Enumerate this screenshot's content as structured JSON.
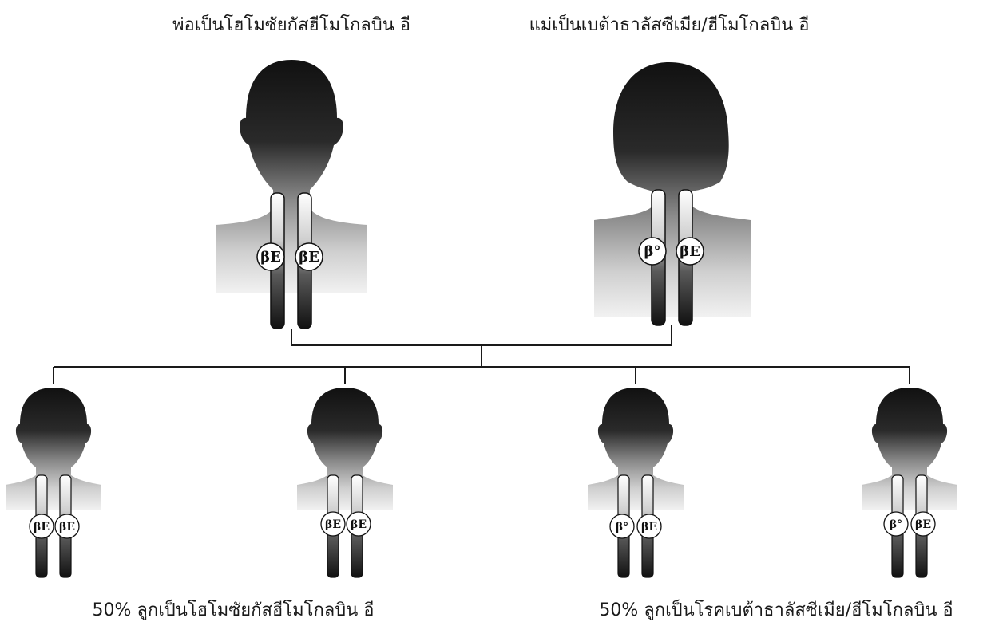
{
  "labels": {
    "father": "พ่อเป็นโฮโมซัยกัสฮีโมโกลบิน อี",
    "mother": "แม่เป็นเบต้าธาลัสซีเมีย/ฮีโมโกลบิน อี",
    "outcome_left": "50% ลูกเป็นโฮโมซัยกัสฮีโมโกลบิน อี",
    "outcome_right": "50% ลูกเป็นโรคเบต้าธาลัสซีเมีย/ฮีโมโกลบิน อี"
  },
  "alleles": {
    "father": [
      "βE",
      "βE"
    ],
    "mother": [
      "β°",
      "βE"
    ],
    "child_1": [
      "βE",
      "βE"
    ],
    "child_2": [
      "βE",
      "βE"
    ],
    "child_3": [
      "β°",
      "βE"
    ],
    "child_4": [
      "β°",
      "βE"
    ]
  },
  "colors": {
    "silhouette_dark": "#111111",
    "silhouette_light": "#e8e8e8",
    "line": "#1a1a1a"
  }
}
